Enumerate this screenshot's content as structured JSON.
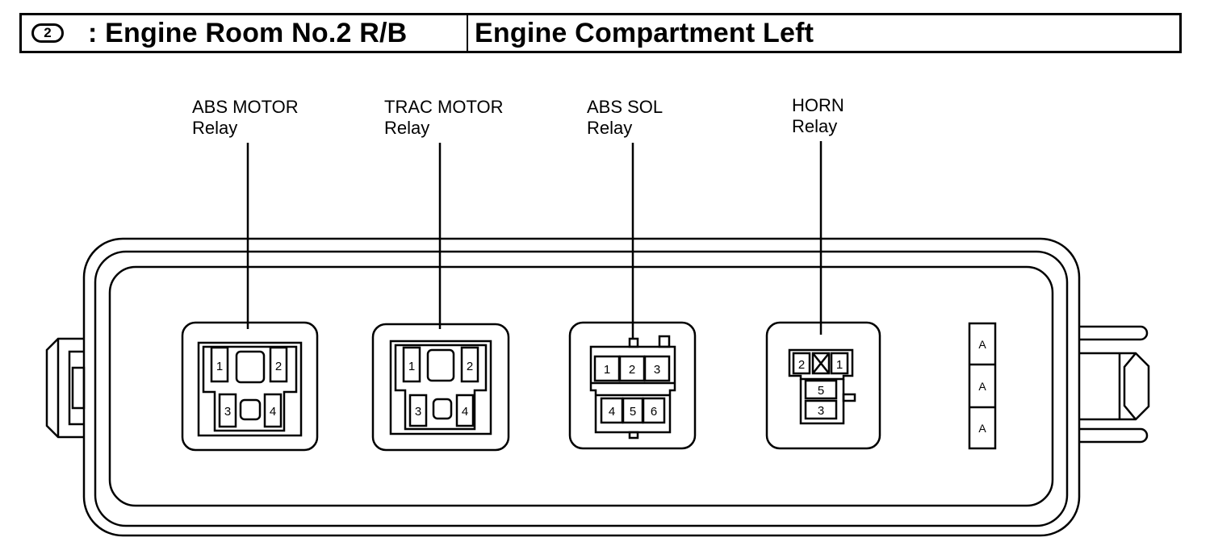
{
  "header": {
    "connector_code": "2",
    "location_code_label": ": Engine Room No.2 R/B",
    "location_description": "Engine Compartment Left"
  },
  "relays": [
    {
      "line1": "ABS MOTOR",
      "line2": "Relay",
      "pins": [
        "1",
        "2",
        "3",
        "4"
      ]
    },
    {
      "line1": "TRAC MOTOR",
      "line2": "Relay",
      "pins": [
        "1",
        "2",
        "3",
        "4"
      ]
    },
    {
      "line1": "ABS SOL",
      "line2": "Relay",
      "pins": [
        "1",
        "2",
        "3",
        "4",
        "5",
        "6"
      ]
    },
    {
      "line1": "HORN",
      "line2": "Relay",
      "pins": [
        "2",
        "1",
        "5",
        "3"
      ]
    }
  ],
  "fuse_slots": [
    "A",
    "A",
    "A"
  ]
}
